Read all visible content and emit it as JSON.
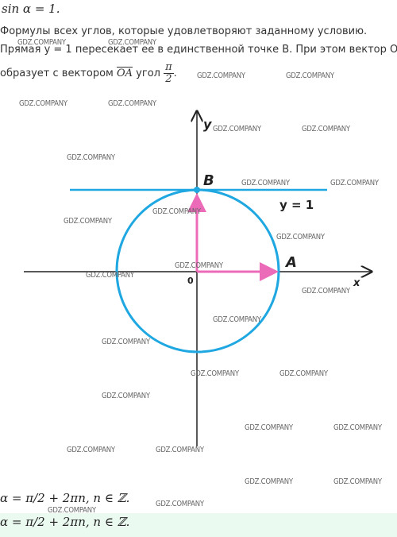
{
  "header": {
    "equation": "sin α = 1.",
    "task": "Формулы всех углов, которые удовлетворяют заданному условию.",
    "cut_line": "Прямая y = 1 пересекает ее в единственной точке B. При этом вектор OB",
    "orient_prefix": "образует с вектором",
    "orient_vector": "OA",
    "orient_word": "угол",
    "angle_num": "π",
    "angle_den": "2",
    "angle_tail": "."
  },
  "diagram": {
    "axis_x": "x",
    "axis_y": "y",
    "origin": "0",
    "point_a": "A",
    "point_b": "B",
    "line_label": "y = 1",
    "colors": {
      "circle": "#1ea7e0",
      "vectors": "#ec6bb8",
      "axes": "#222222"
    }
  },
  "answer": {
    "first": "α = π/2 + 2πn, n ∈ ℤ.",
    "second": "α = π/2 + 2πn, n ∈ ℤ."
  },
  "watermark": "GDZ.COMPANY"
}
